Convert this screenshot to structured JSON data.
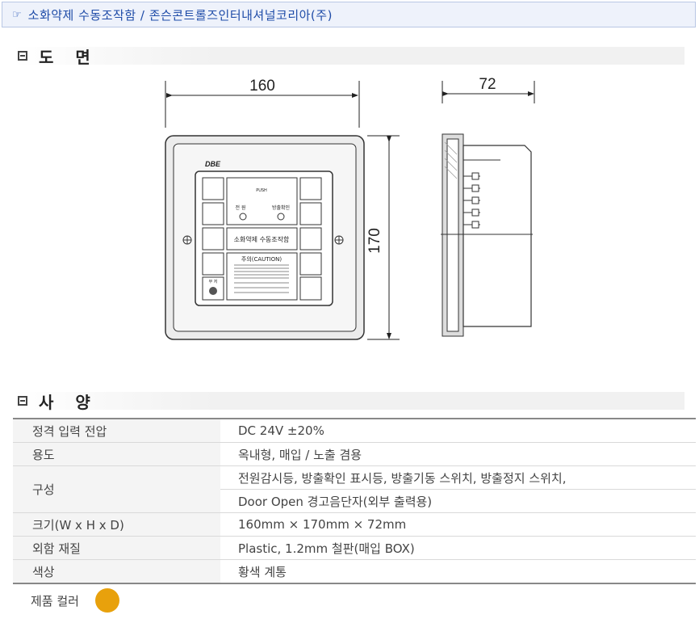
{
  "header": {
    "icon": "pointing-hand-icon",
    "title": "소화약제 수동조작함 / 존슨콘트롤즈인터내셔널코리아(주)"
  },
  "sections": {
    "drawing": "도 면",
    "spec": "사 양"
  },
  "drawing": {
    "width_dim": "160",
    "height_dim": "170",
    "depth_dim": "72",
    "brand": "DBE",
    "push": "PUSH",
    "power": "전 원",
    "discharge_confirm": "방출확인",
    "center_label": "소화약제 수동조작함",
    "caution": "주의(CAUTION)",
    "buzzer": "부 저"
  },
  "spec": {
    "rows": [
      {
        "key": "정격 입력 전압",
        "value": "DC 24V ±20%"
      },
      {
        "key": "용도",
        "value": "옥내형, 매입 / 노출 겸용"
      },
      {
        "key": "구성",
        "value": "전원감시등, 방출확인 표시등, 방출기동 스위치, 방출정지 스위치,",
        "value2": "Door Open 경고음단자(외부 출력용)"
      },
      {
        "key": "크기(W x H x D)",
        "value": "160mm × 170mm × 72mm"
      },
      {
        "key": "외함 재질",
        "value": "Plastic, 1.2mm 철판(매입 BOX)"
      },
      {
        "key": "색상",
        "value": "황색 계통"
      }
    ],
    "color_label": "제품 컬러",
    "color_hex": "#e8a10c"
  }
}
